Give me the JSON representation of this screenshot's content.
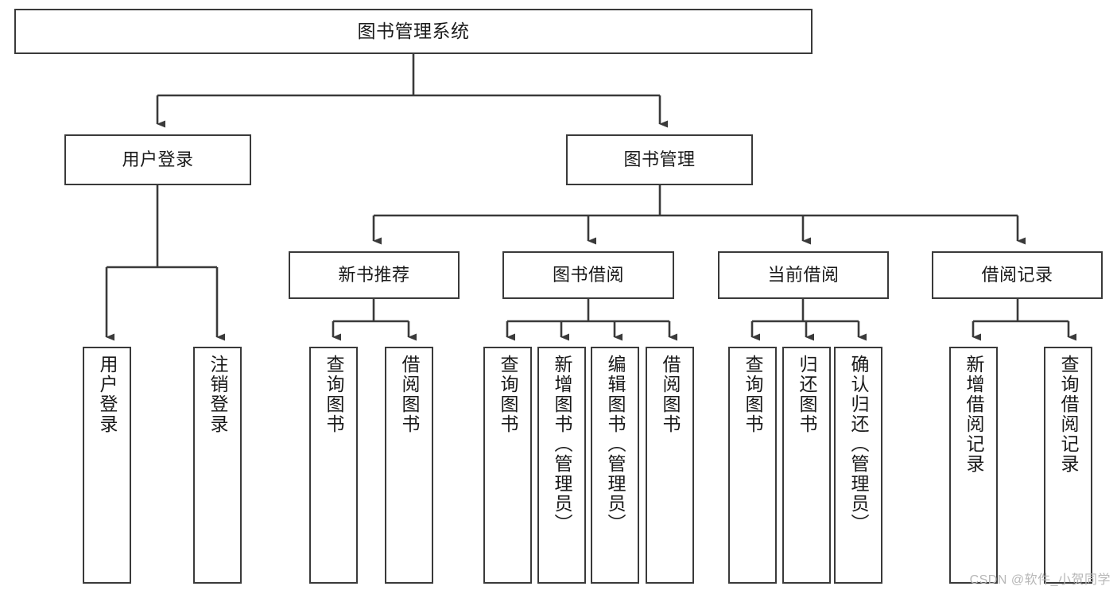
{
  "diagram": {
    "title": "图书管理系统",
    "type": "tree-hierarchy",
    "watermark": "CSDN @软件_小贺同学",
    "colors": {
      "background": "#ffffff",
      "box_border": "#3a3a3a",
      "box_fill": "#ffffff",
      "text": "#1a1a1a",
      "edge": "#3a3a3a",
      "watermark": "#b7b7b7"
    },
    "root": {
      "label": "图书管理系统"
    },
    "level2": [
      {
        "label": "用户登录"
      },
      {
        "label": "图书管理"
      }
    ],
    "level3": [
      {
        "label": "新书推荐"
      },
      {
        "label": "图书借阅"
      },
      {
        "label": "当前借阅"
      },
      {
        "label": "借阅记录"
      }
    ],
    "leaves": {
      "user_login": [
        {
          "label": "用户登录"
        },
        {
          "label": "注销登录"
        }
      ],
      "new_book_recommend": [
        {
          "label": "查询图书"
        },
        {
          "label": "借阅图书"
        }
      ],
      "book_borrow": [
        {
          "label": "查询图书"
        },
        {
          "label": "新增图书（管理员）"
        },
        {
          "label": "编辑图书（管理员）"
        },
        {
          "label": "借阅图书"
        }
      ],
      "current_borrow": [
        {
          "label": "查询图书"
        },
        {
          "label": "归还图书"
        },
        {
          "label": "确认归还（管理员）"
        }
      ],
      "borrow_record": [
        {
          "label": "新增借阅记录"
        },
        {
          "label": "查询借阅记录"
        }
      ]
    }
  }
}
